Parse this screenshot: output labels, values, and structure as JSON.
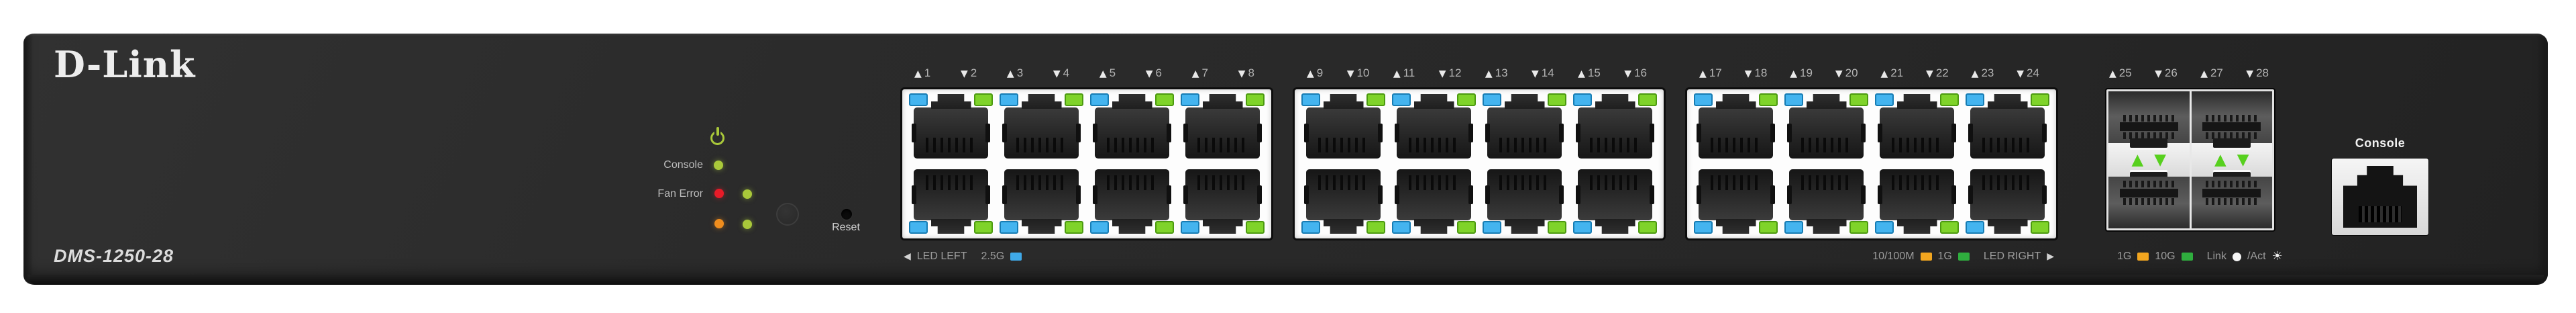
{
  "brand_logo": "D-Link",
  "model": "DMS-1250-28",
  "status_panel": {
    "console_label": "Console",
    "fan_error_label": "Fan Error",
    "reset_label": "Reset"
  },
  "icons": {
    "up_glyph": "▲",
    "down_glyph": "▼",
    "left_arrow": "◀",
    "right_arrow": "▶",
    "link_dot": "●",
    "blink_glyph": "☀"
  },
  "port_groups": [
    {
      "ports": [
        1,
        2,
        3,
        4,
        5,
        6,
        7,
        8
      ]
    },
    {
      "ports": [
        9,
        10,
        11,
        12,
        13,
        14,
        15,
        16
      ]
    },
    {
      "ports": [
        17,
        18,
        19,
        20,
        21,
        22,
        23,
        24
      ]
    }
  ],
  "sfp_ports": [
    25,
    26,
    27,
    28
  ],
  "legends": {
    "left": {
      "arrow": "◀",
      "label": "LED LEFT",
      "speed": "2.5G"
    },
    "right": {
      "items": [
        {
          "label": "10/100M"
        },
        {
          "label": "1G"
        }
      ],
      "label": "LED RIGHT",
      "arrow": "▶"
    },
    "sfp": {
      "items": [
        {
          "label": "1G"
        },
        {
          "label": "10G"
        }
      ],
      "link_label": "Link",
      "act_label": "/Act"
    }
  },
  "console_port_label": "Console",
  "colors": {
    "led_blue": "#44b4ef",
    "led_green": "#7fd32a",
    "status_green": "#a9c83a",
    "status_red": "#e81b28",
    "status_orange": "#ef8d1e",
    "sfp_arrow_green": "#57d01e",
    "legend_blue": "#3fa9e8",
    "legend_orange": "#f1a51f",
    "legend_green": "#2fae3e"
  }
}
